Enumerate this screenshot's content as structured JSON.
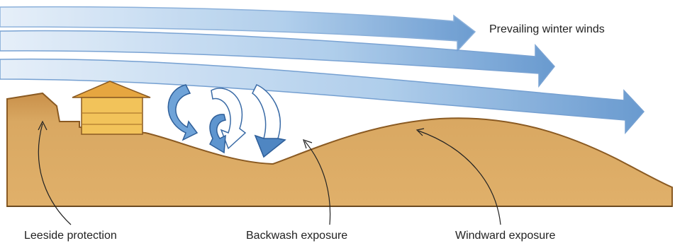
{
  "labels": {
    "top_right": "Prevailing winter winds",
    "bottom_left": "Leeside protection",
    "bottom_middle": "Backwash exposure",
    "bottom_right": "Windward exposure"
  },
  "colors": {
    "ground": "#D7A45C",
    "ground_dark": "#A97532",
    "wind_light": "#DCEAF7",
    "wind_mid": "#9CC3E6",
    "wind_dark": "#4F86C2",
    "house_wall": "#F2C35A",
    "house_roof": "#E6A640"
  }
}
